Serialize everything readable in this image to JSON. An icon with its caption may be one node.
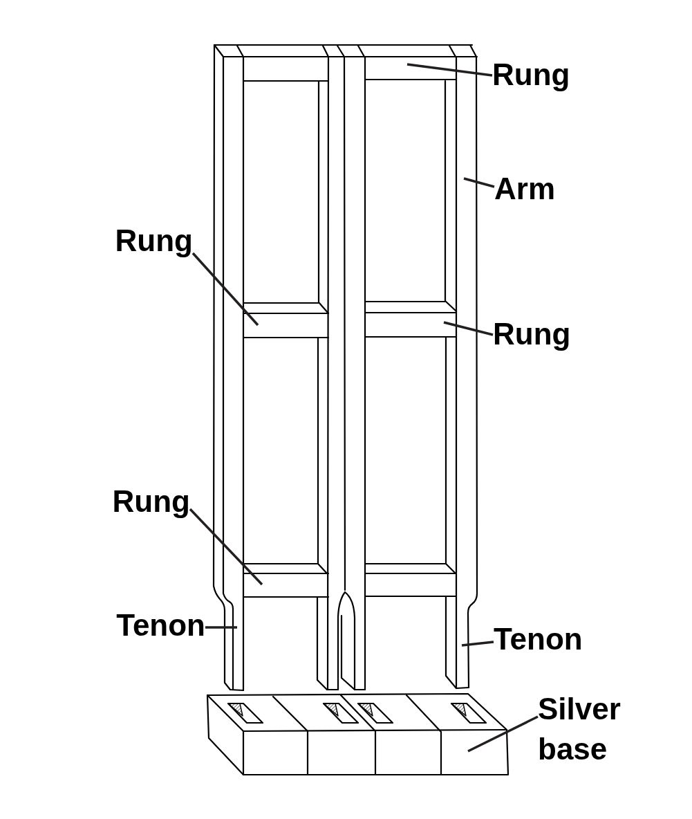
{
  "diagram": {
    "nodes": [
      {
        "text": [
          "Rung"
        ]
      },
      {
        "text": [
          "Arm"
        ]
      },
      {
        "text": [
          "Rung"
        ]
      },
      {
        "text": [
          "Rung"
        ]
      },
      {
        "text": [
          "Rung"
        ]
      },
      {
        "text": [
          "Tenon"
        ]
      },
      {
        "text": [
          "Tenon"
        ]
      },
      {
        "text": [
          "Silver base"
        ]
      }
    ],
    "edges": [
      {
        "from": 0,
        "to": null,
        "arrow": "none"
      },
      {
        "from": 1,
        "to": null,
        "arrow": "none"
      },
      {
        "from": 2,
        "to": null,
        "arrow": "none"
      },
      {
        "from": 3,
        "to": null,
        "arrow": "none"
      },
      {
        "from": 4,
        "to": null,
        "arrow": "none"
      },
      {
        "from": 5,
        "to": null,
        "arrow": "none"
      },
      {
        "from": 6,
        "to": null,
        "arrow": "none"
      },
      {
        "from": 7,
        "to": null,
        "arrow": "none"
      }
    ]
  }
}
